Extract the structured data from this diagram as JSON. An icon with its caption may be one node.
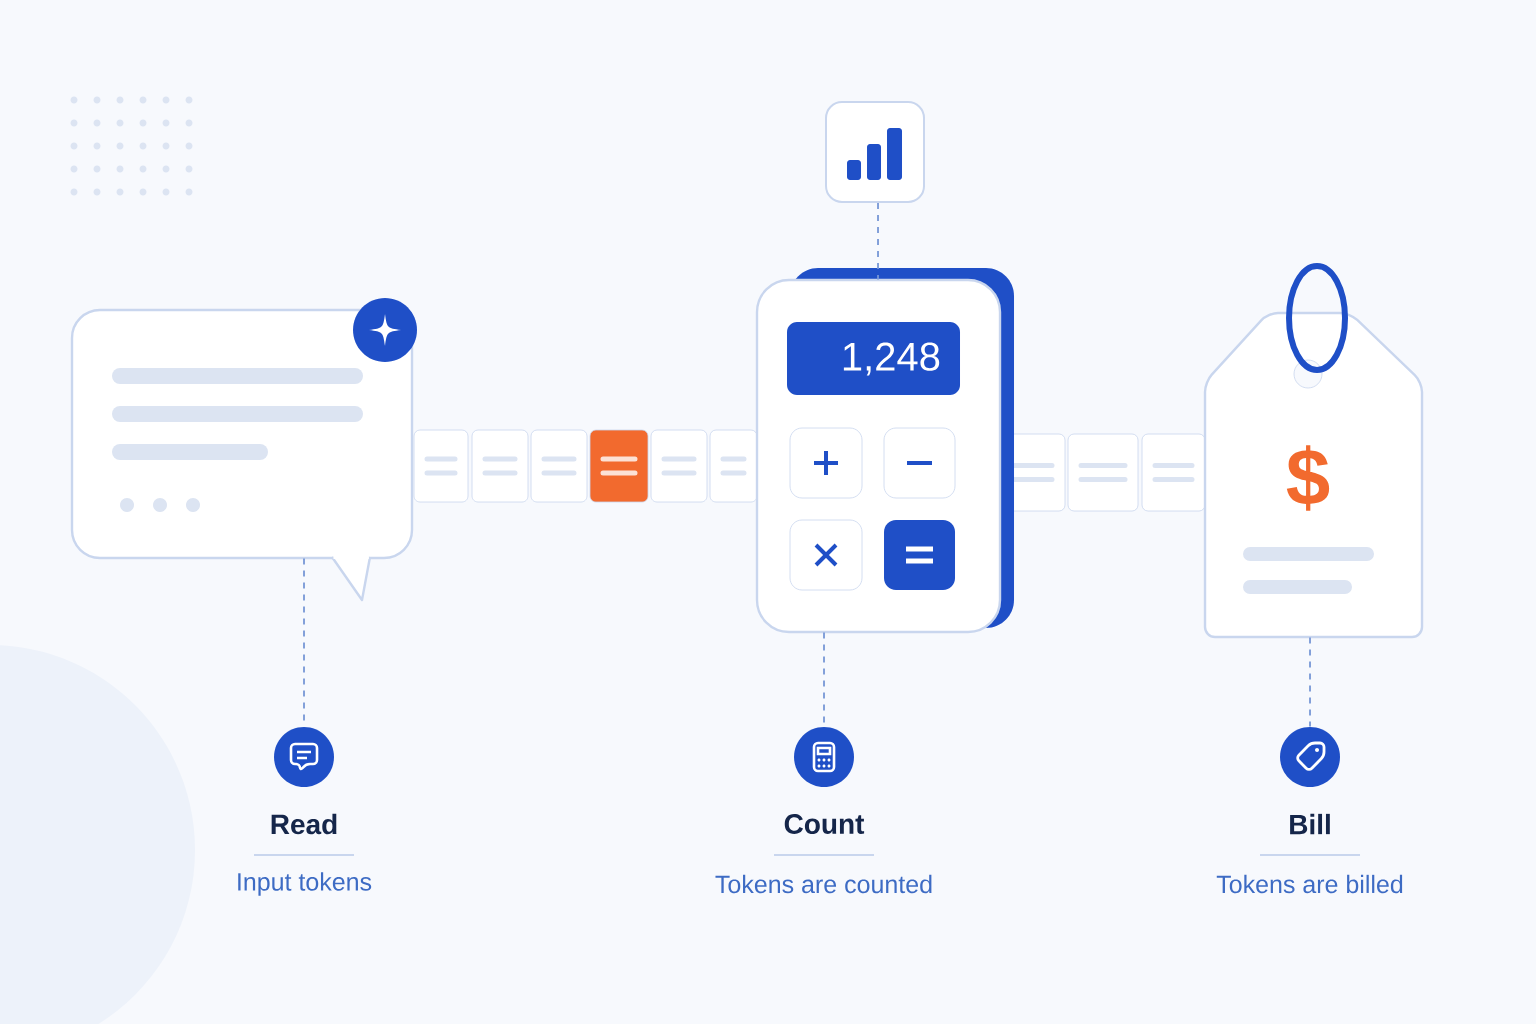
{
  "diagram": {
    "nodes": [
      {
        "text": [],
        "shape": "picture"
      },
      {
        "text": [
          "1,248"
        ]
      },
      {
        "text": [],
        "shape": "box"
      },
      {
        "text": [
          "$"
        ]
      },
      {
        "text": [],
        "shape": "circle",
        "beside": [
          "Read",
          "Input tokens"
        ]
      },
      {
        "text": [],
        "shape": "circle",
        "beside": [
          "Count",
          "Tokens are counted"
        ]
      },
      {
        "text": [],
        "shape": "circle",
        "beside": [
          "Bill",
          "Tokens are billed"
        ]
      }
    ],
    "edges": [
      {
        "from": 0,
        "to": 4,
        "arrow": "none",
        "style": "dashed"
      },
      {
        "from": 2,
        "to": 1,
        "arrow": "none",
        "style": "dashed"
      },
      {
        "from": 1,
        "to": 5,
        "arrow": "none",
        "style": "dashed"
      },
      {
        "from": 3,
        "to": 6,
        "arrow": "none",
        "style": "dashed"
      }
    ]
  }
}
